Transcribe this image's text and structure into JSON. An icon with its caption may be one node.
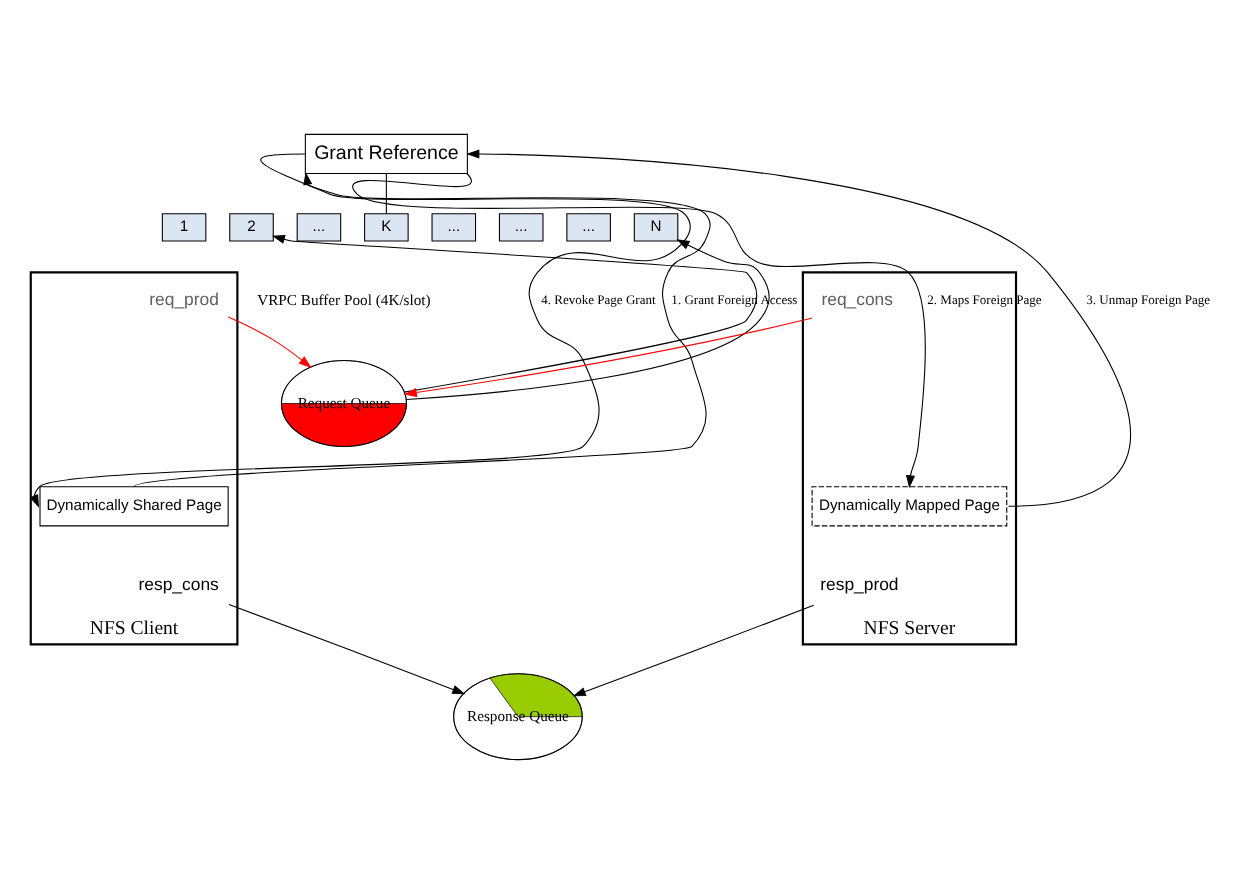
{
  "diagram": {
    "nodes": [
      {
        "text": [
          "Grant Reference"
        ]
      },
      {
        "text": [
          "1"
        ]
      },
      {
        "text": [
          "2"
        ]
      },
      {
        "text": [
          "..."
        ]
      },
      {
        "text": [
          "K"
        ]
      },
      {
        "text": [
          "..."
        ]
      },
      {
        "text": [
          "..."
        ]
      },
      {
        "text": [
          "..."
        ]
      },
      {
        "text": [
          "N"
        ]
      },
      {
        "text": [
          "NFS Client"
        ]
      },
      {
        "text": [
          "req_prod"
        ],
        "in": 9
      },
      {
        "text": [
          "Dynamically Shared Page"
        ],
        "in": 9
      },
      {
        "text": [
          "resp_cons"
        ],
        "in": 9
      },
      {
        "text": [
          "Request Queue"
        ]
      },
      {
        "text": [
          "Response Queue"
        ]
      },
      {
        "text": [
          "NFS Server"
        ]
      },
      {
        "text": [
          "req_cons"
        ],
        "in": 15
      },
      {
        "text": [
          "Dynamically Mapped Page"
        ],
        "in": 15
      },
      {
        "text": [
          "resp_prod"
        ],
        "in": 15
      }
    ],
    "edges": [
      {
        "from": 11,
        "to": 0,
        "arrow": "to",
        "label": "1. Grant Foreign Access"
      },
      {
        "from": 0,
        "to": 17,
        "arrow": "to",
        "label": "2. Maps Foreign Page"
      },
      {
        "from": 17,
        "to": 0,
        "arrow": "to",
        "label": "3. Unmap Foreign Page"
      },
      {
        "from": 0,
        "to": 11,
        "arrow": "to",
        "label": "4. Revoke Page Grant"
      },
      {
        "from": 0,
        "to": 4,
        "arrow": "none"
      },
      {
        "from": 13,
        "to": 2,
        "arrow": "to"
      },
      {
        "from": 13,
        "to": 8,
        "arrow": "to"
      },
      {
        "from": 10,
        "to": 13,
        "arrow": "to",
        "color": "#ff0000"
      },
      {
        "from": 16,
        "to": 13,
        "arrow": "to",
        "color": "#ff0000"
      },
      {
        "from": 12,
        "to": 14,
        "arrow": "to"
      },
      {
        "from": 18,
        "to": 14,
        "arrow": "to"
      }
    ],
    "labels": [
      "VRPC Buffer Pool (4K/slot)"
    ]
  }
}
